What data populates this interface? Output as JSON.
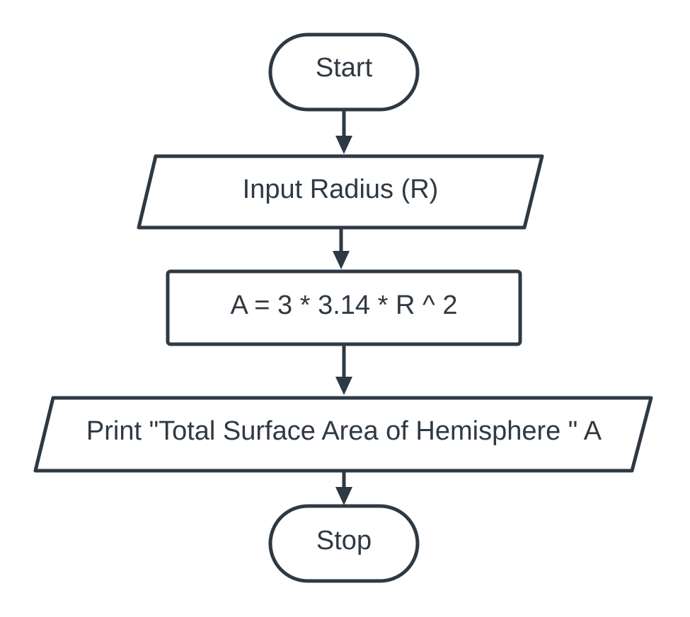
{
  "diagram": {
    "nodes": [
      {
        "id": "start",
        "type": "terminator",
        "text": "Start"
      },
      {
        "id": "input",
        "type": "input-output",
        "text": "Input Radius (R)"
      },
      {
        "id": "process",
        "type": "process",
        "text": "A = 3 * 3.14 * R ^ 2"
      },
      {
        "id": "output",
        "type": "input-output",
        "text": "Print \"Total Surface Area of Hemisphere \" A"
      },
      {
        "id": "stop",
        "type": "terminator",
        "text": "Stop"
      }
    ],
    "edges": [
      {
        "from": "start",
        "to": "input"
      },
      {
        "from": "input",
        "to": "process"
      },
      {
        "from": "process",
        "to": "output"
      },
      {
        "from": "output",
        "to": "stop"
      }
    ],
    "colors": {
      "stroke": "#2f3943",
      "fill": "#ffffff",
      "text": "#2f3943"
    }
  }
}
